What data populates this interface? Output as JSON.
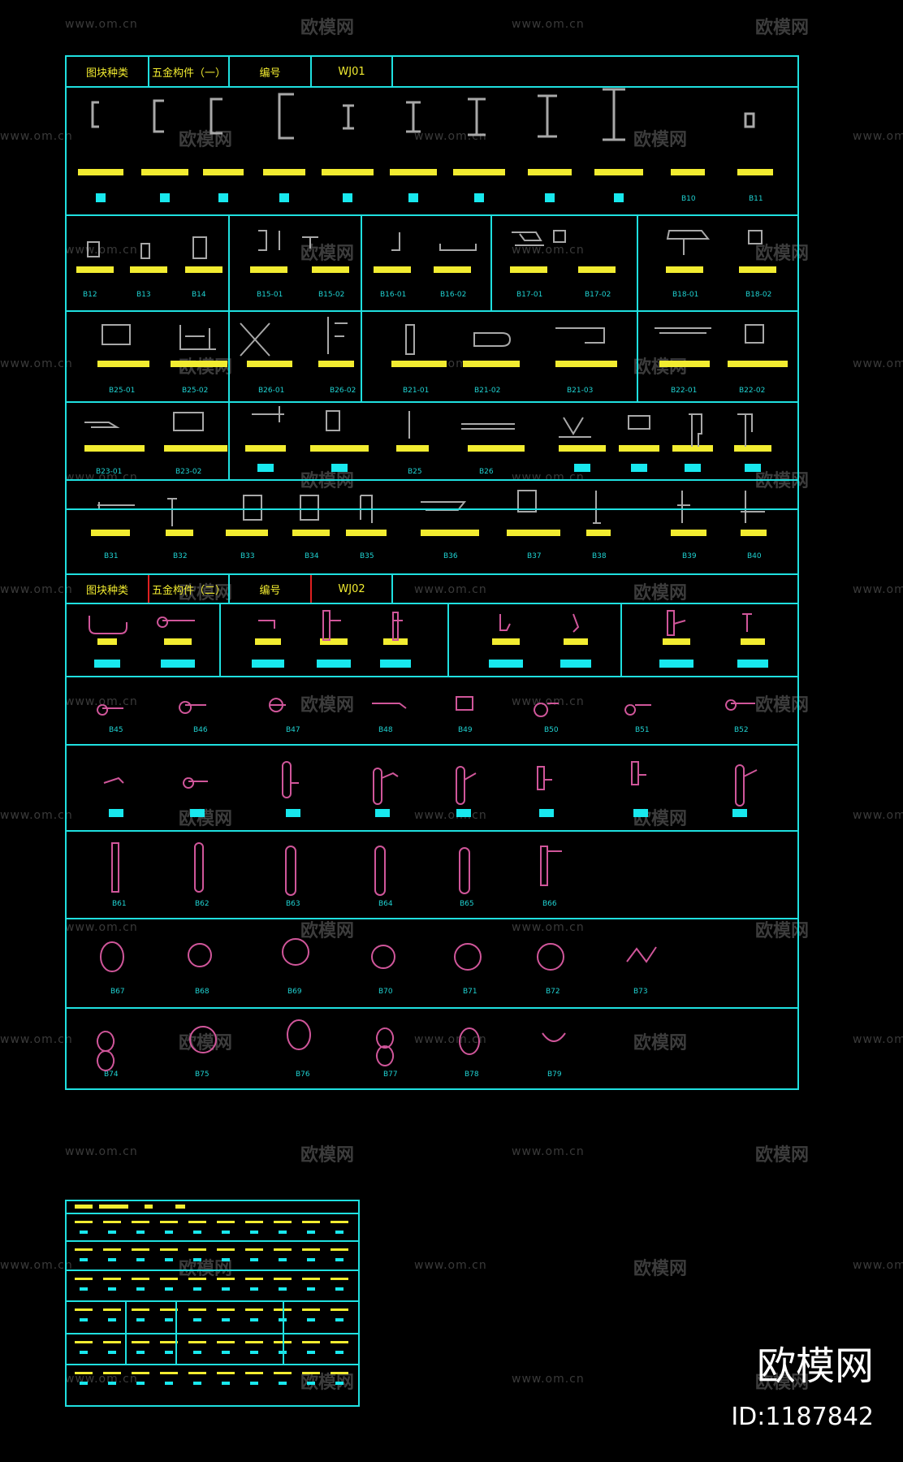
{
  "sheet1": {
    "header": {
      "category_label": "图块种类",
      "category_value": "五金构件（一）",
      "number_label": "编号",
      "number_value": "WJ01"
    },
    "row1_labels": [
      "",
      "",
      "",
      "",
      "",
      "",
      "",
      "",
      "",
      "B10",
      "B11"
    ],
    "row2_labels": [
      "B12",
      "B13",
      "B14",
      "B15-01",
      "B15-02",
      "B16-01",
      "B16-02",
      "B17-01",
      "B17-02",
      "B18-01",
      "B18-02"
    ],
    "row3_labels": [
      "B25-01",
      "B25-02",
      "B26-01",
      "B26-02",
      "B21-01",
      "B21-02",
      "B21-03",
      "B22-01",
      "B22-02"
    ],
    "row4_labels": [
      "B23-01",
      "B23-02",
      "",
      "",
      "B25",
      "B26",
      "",
      "",
      "",
      ""
    ],
    "row5_labels": [
      "B31",
      "B32",
      "B33",
      "B34",
      "B35",
      "B36",
      "B37",
      "B38",
      "B39",
      "B40"
    ]
  },
  "sheet2": {
    "header": {
      "category_label": "图块种类",
      "category_value": "五金构件（二）",
      "number_label": "编号",
      "number_value": "WJ02"
    },
    "row2_labels": [
      "B45",
      "B46",
      "B47",
      "B48",
      "B49",
      "B50",
      "B51",
      "B52"
    ],
    "row4_labels": [
      "B61",
      "B62",
      "B63",
      "B64",
      "B65",
      "B66"
    ],
    "row5_labels": [
      "B67",
      "B68",
      "B69",
      "B70",
      "B71",
      "B72",
      "B73"
    ],
    "row6_labels": [
      "B74",
      "B75",
      "B76",
      "B77",
      "B78",
      "B79"
    ]
  },
  "watermark": {
    "url": "www.om.cn",
    "logo": "欧模网"
  },
  "brand": {
    "name": "欧模网",
    "id": "ID:1187842"
  },
  "colors": {
    "border": "#1fe0e0",
    "label": "#f2ec30",
    "square": "#18e8ee",
    "symbol_grey": "#a8a8a8",
    "symbol_pink": "#d0569a",
    "background": "#000000"
  }
}
